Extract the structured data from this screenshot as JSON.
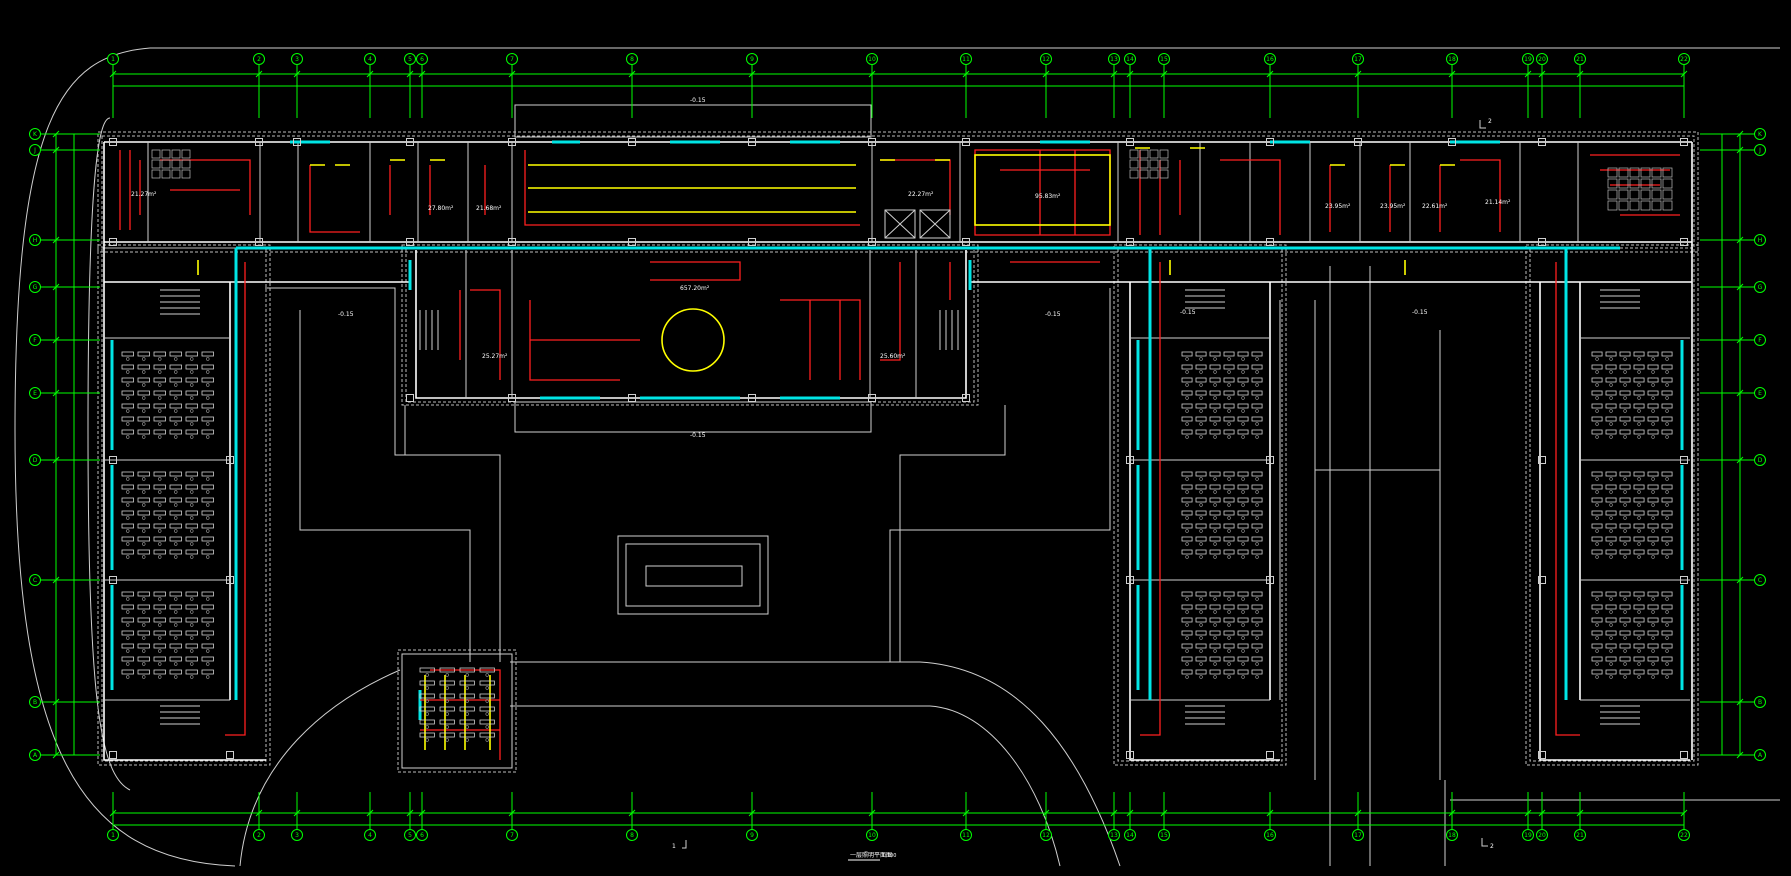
{
  "drawing": {
    "columns_top": [
      "1",
      "2",
      "3",
      "4",
      "5",
      "6",
      "7",
      "8",
      "9",
      "10",
      "11",
      "12",
      "13",
      "14",
      "15",
      "16",
      "17",
      "18",
      "19",
      "20",
      "21",
      "22"
    ],
    "columns_bottom": [
      "1",
      "2",
      "3",
      "4",
      "5",
      "6",
      "7",
      "8",
      "9",
      "10",
      "11",
      "12",
      "13",
      "14",
      "15",
      "16",
      "17",
      "18",
      "19",
      "20",
      "21",
      "22"
    ],
    "rows_left": [
      "K",
      "J",
      "H",
      "G",
      "F",
      "E",
      "D",
      "C",
      "B",
      "A"
    ],
    "rows_right": [
      "K",
      "J",
      "H",
      "G",
      "F",
      "E",
      "D",
      "C",
      "B",
      "A"
    ],
    "room_labels": [
      {
        "text": "21.27m²"
      },
      {
        "text": "27.80m²"
      },
      {
        "text": "21.68m²"
      },
      {
        "text": "25.27m²"
      },
      {
        "text": "657.20m²"
      },
      {
        "text": "25.60m²"
      },
      {
        "text": "95.83m²"
      },
      {
        "text": "22.27m²"
      },
      {
        "text": "23.95m²"
      },
      {
        "text": "23.95m²"
      },
      {
        "text": "22.61m²"
      },
      {
        "text": "21.14m²"
      }
    ],
    "level_marks": [
      "-0.15",
      "-0.15",
      "-0.15",
      "-0.15",
      "-0.15",
      "-0.15"
    ],
    "section_marks": [
      "1",
      "2",
      "2"
    ],
    "drawing_title": "一层照明平面图",
    "scale": "1:100"
  }
}
